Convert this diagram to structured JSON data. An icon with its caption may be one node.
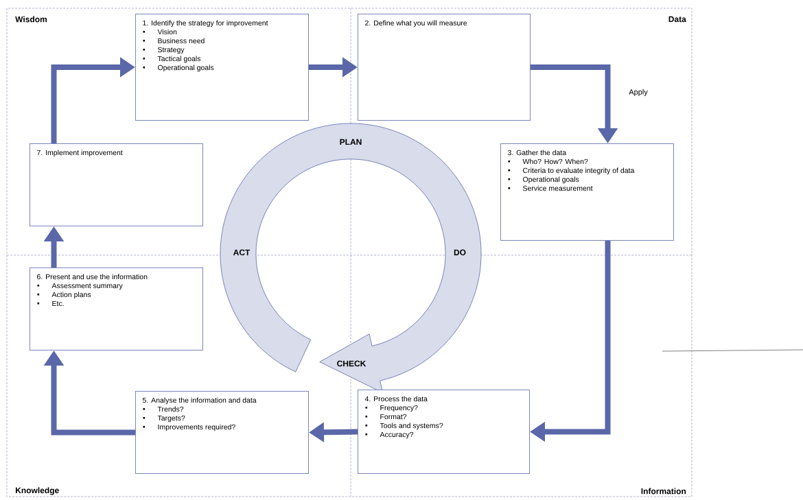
{
  "diagram": {
    "nodes": [
      {
        "text": [
          "1. Identify the strategy for improvement",
          "Vision",
          "Business need",
          "Strategy",
          "Tactical goals",
          "Operational goals"
        ]
      },
      {
        "text": [
          "2. Define what you will measure"
        ]
      },
      {
        "text": [
          "3. Gather the data",
          "Who? How? When?",
          "Criteria to evaluate integrity of data",
          "Operational goals",
          "Service measurement"
        ]
      },
      {
        "text": [
          "4. Process the data",
          "Frequency?",
          "Format?",
          "Tools and systems?",
          "Accuracy?"
        ]
      },
      {
        "text": [
          "5. Analyse the information and data",
          "Trends?",
          "Targets?",
          "Improvements required?"
        ]
      },
      {
        "text": [
          "6. Present and use the information",
          "Assessment summary",
          "Action plans",
          "Etc."
        ]
      },
      {
        "text": [
          "7. Implement improvement"
        ]
      }
    ],
    "edges": [
      {
        "from": 0,
        "to": 1,
        "arrow": "to"
      },
      {
        "from": 1,
        "to": 2,
        "arrow": "to",
        "label": "Apply"
      },
      {
        "from": 2,
        "to": 3,
        "arrow": "to"
      },
      {
        "from": 3,
        "to": 4,
        "arrow": "to"
      },
      {
        "from": 4,
        "to": 5,
        "arrow": "to"
      },
      {
        "from": 5,
        "to": 6,
        "arrow": "to"
      },
      {
        "from": 6,
        "to": 0,
        "arrow": "to"
      }
    ],
    "labels": [
      "Wisdom",
      "Data",
      "PLAN",
      "ACT",
      "DO",
      "CHECK",
      "Knowledge",
      "Information"
    ]
  }
}
